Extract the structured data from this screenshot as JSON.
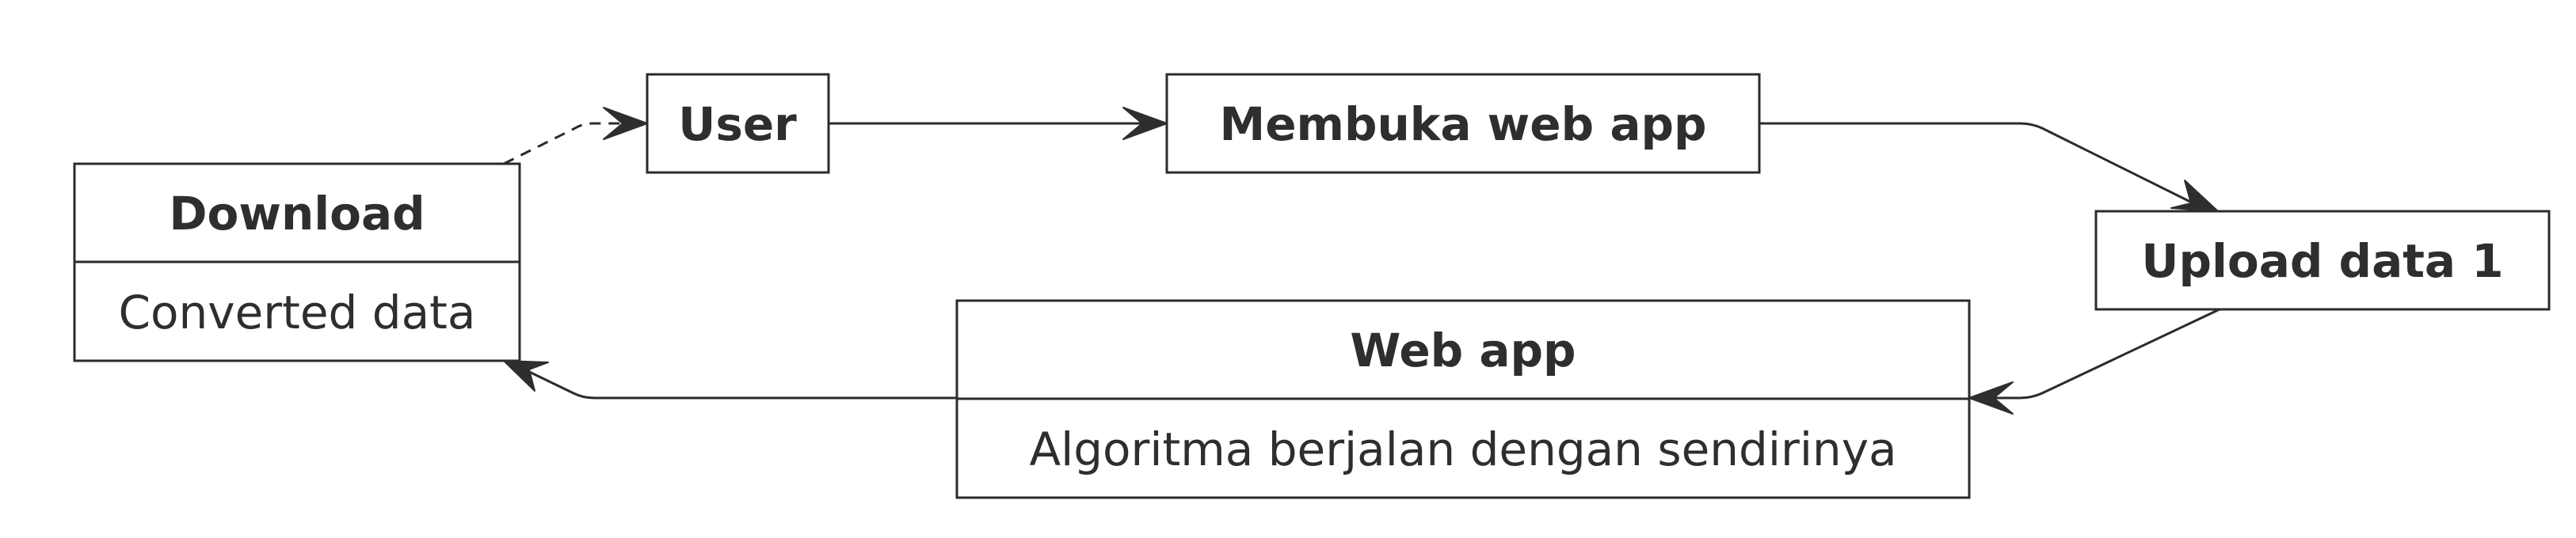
{
  "nodes": {
    "user": {
      "title": "User"
    },
    "membuka": {
      "title": "Membuka web app"
    },
    "upload": {
      "title": "Upload data 1"
    },
    "webapp": {
      "title": "Web app",
      "body": "Algoritma berjalan dengan sendirinya"
    },
    "download": {
      "title": "Download",
      "body": "Converted data"
    }
  },
  "edges": [
    {
      "from": "download",
      "to": "user",
      "style": "dashed"
    },
    {
      "from": "user",
      "to": "membuka",
      "style": "solid"
    },
    {
      "from": "membuka",
      "to": "upload",
      "style": "solid"
    },
    {
      "from": "upload",
      "to": "webapp",
      "style": "solid"
    },
    {
      "from": "webapp",
      "to": "download",
      "style": "solid"
    }
  ],
  "colors": {
    "stroke": "#2b2b2b",
    "text": "#2e2e2e",
    "background": "#ffffff"
  }
}
